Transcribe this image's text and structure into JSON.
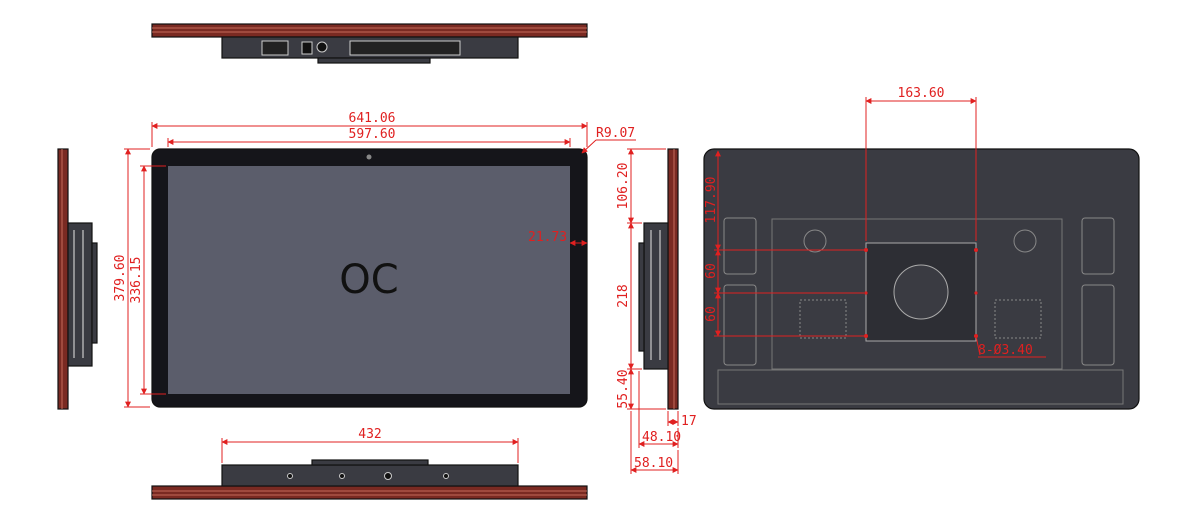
{
  "front_view": {
    "overall_width": "641.06",
    "screen_width": "597.60",
    "corner_radius": "R9.07",
    "overall_height": "379.60",
    "screen_height": "336.15",
    "bezel_width": "21.73",
    "center_logo": "OC"
  },
  "side_view": {
    "top_offset": "106.20",
    "mount_height": "218",
    "bottom_offset": "55.40",
    "panel_depth": "17",
    "body_depth": "48.10",
    "total_depth": "58.10"
  },
  "bottom_view": {
    "bracket_width": "432"
  },
  "rear_view": {
    "vesa_width": "163.60",
    "top_to_vesa": "117.90",
    "vesa_pitch_a": "60",
    "vesa_pitch_b": "60",
    "hole_spec": "8-Ø3.40"
  },
  "colors": {
    "dimension": "#e02020",
    "screen": "#5b5d6b",
    "body": "#3a3b42",
    "bezel": "#15151a",
    "edge": "#7a2a22"
  }
}
